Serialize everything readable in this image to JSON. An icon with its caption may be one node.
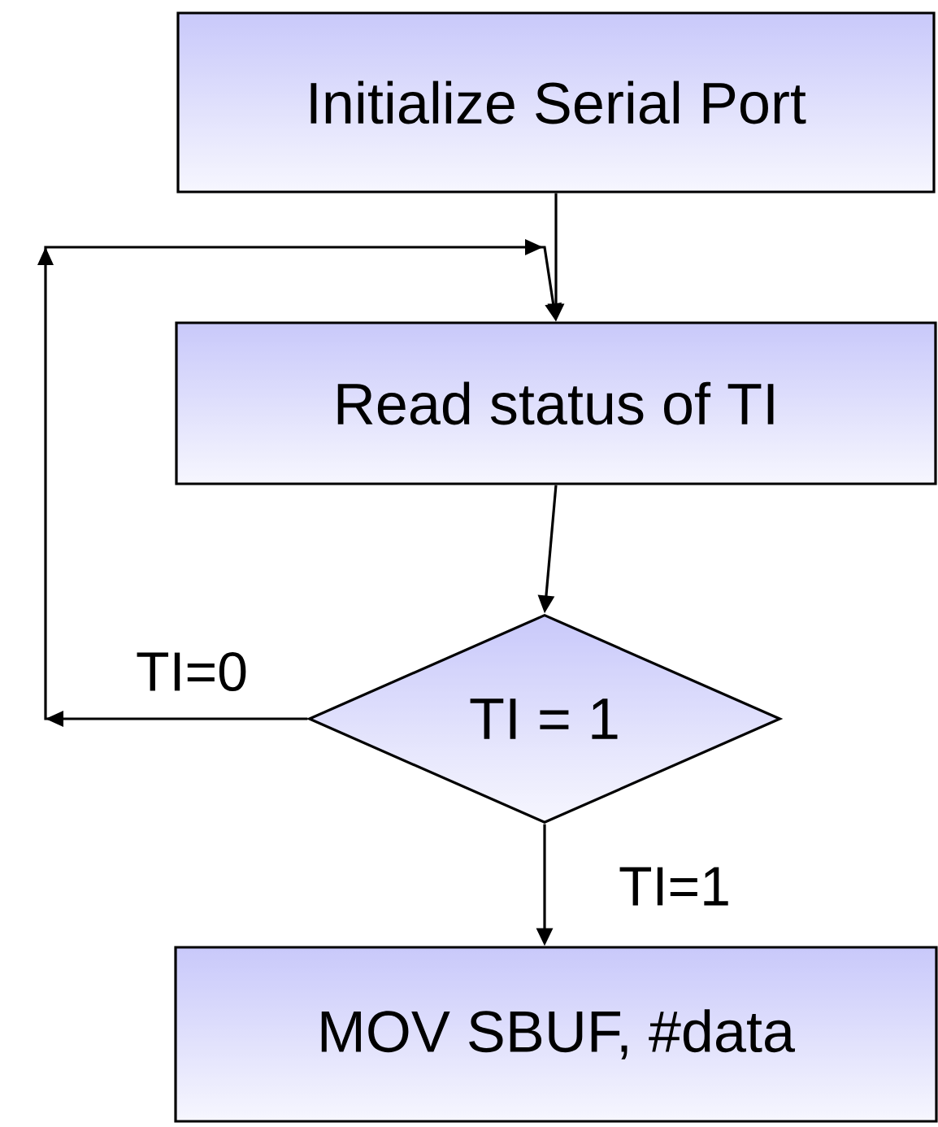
{
  "diagram": {
    "nodes": [
      {
        "text": [
          "Initialize Serial Port"
        ]
      },
      {
        "text": [
          "Read status of  TI"
        ]
      },
      {
        "text": [
          "TI = 1"
        ]
      },
      {
        "text": [
          "MOV  SBUF, #data"
        ]
      }
    ],
    "edges": [
      {
        "from": 0,
        "to": 1,
        "arrow": "to"
      },
      {
        "from": 2,
        "to": 1,
        "arrow": "to",
        "label": "TI=0"
      },
      {
        "from": 1,
        "to": 2,
        "arrow": "to"
      },
      {
        "from": 2,
        "to": 3,
        "arrow": "to",
        "label": "TI=1"
      }
    ]
  }
}
